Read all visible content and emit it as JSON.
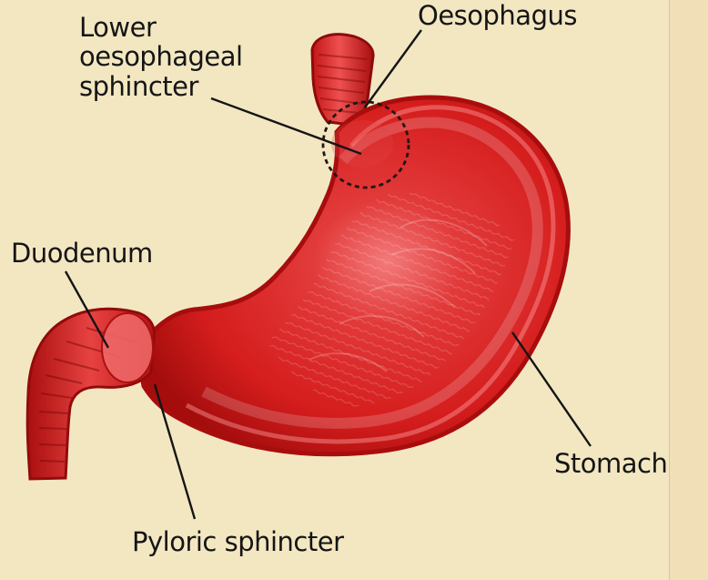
{
  "labels": {
    "lower_oesophageal_sphincter": [
      "Lower",
      "oesophageal",
      "sphincter"
    ],
    "oesophagus": "Oesophagus",
    "duodenum": "Duodenum",
    "stomach": "Stomach",
    "pyloric_sphincter": "Pyloric sphincter"
  },
  "colors": {
    "background": "#f3e7c2",
    "organ_red": "#d91f1f",
    "organ_dark": "#9d0b0b",
    "organ_light": "#f26a6a",
    "line": "#151515"
  }
}
